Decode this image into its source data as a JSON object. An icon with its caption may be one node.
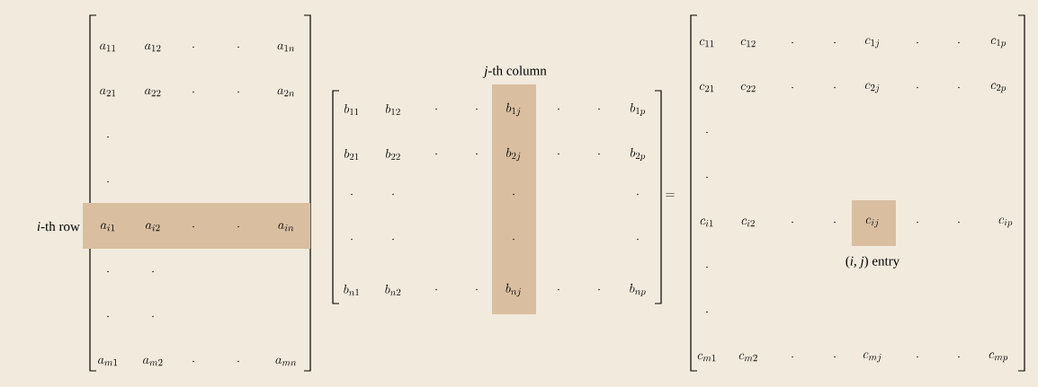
{
  "diagram": {
    "nodes": [
      {
        "text": [
          "*i*-th row",
          "a_{i1}",
          "a_{i2}",
          "\\cdot",
          "\\cdot",
          "a_{in}"
        ]
      },
      {
        "text": [
          "*j*-th column",
          "b_{1j}",
          "b_{2j}",
          "\\cdot",
          "\\cdot",
          "b_{nj}"
        ]
      },
      {
        "text": [
          "c_{ij}",
          "(*i*, *j*) entry"
        ]
      }
    ],
    "labels": [
      "a_{11}",
      "a_{12}",
      "\\cdot",
      "\\cdot",
      "a_{1n}",
      "a_{21}",
      "a_{22}",
      "\\cdot",
      "\\cdot",
      "a_{2n}",
      "\\cdot",
      "\\cdot",
      "\\cdot",
      "\\cdot",
      "\\cdot",
      "\\cdot",
      "a_{m1}",
      "a_{m2}",
      "\\cdot",
      "\\cdot",
      "a_{mn}",
      "b_{11}",
      "b_{12}",
      "\\cdot",
      "\\cdot",
      "\\cdot",
      "\\cdot",
      "b_{1p}",
      "b_{21}",
      "b_{22}",
      "\\cdot",
      "\\cdot",
      "\\cdot",
      "\\cdot",
      "b_{2p}",
      "\\cdot",
      "\\cdot",
      "\\cdot",
      "\\cdot",
      "\\cdot",
      "\\cdot",
      "b_{n1}",
      "b_{n2}",
      "\\cdot",
      "\\cdot",
      "\\cdot",
      "\\cdot",
      "b_{np}",
      "=",
      "c_{11}",
      "c_{12}",
      "\\cdot",
      "\\cdot",
      "c_{1j}",
      "\\cdot",
      "\\cdot",
      "c_{1p}",
      "c_{21}",
      "c_{22}",
      "\\cdot",
      "\\cdot",
      "c_{2j}",
      "\\cdot",
      "\\cdot",
      "c_{2p}",
      "\\cdot",
      "\\cdot",
      "c_{i1}",
      "c_{i2}",
      "\\cdot",
      "\\cdot",
      "\\cdot",
      "\\cdot",
      "c_{ip}",
      "\\cdot",
      "\\cdot",
      "c_{m1}",
      "c_{m2}",
      "\\cdot",
      "\\cdot",
      "c_{mj}",
      "\\cdot",
      "\\cdot",
      "c_{mp}"
    ]
  }
}
